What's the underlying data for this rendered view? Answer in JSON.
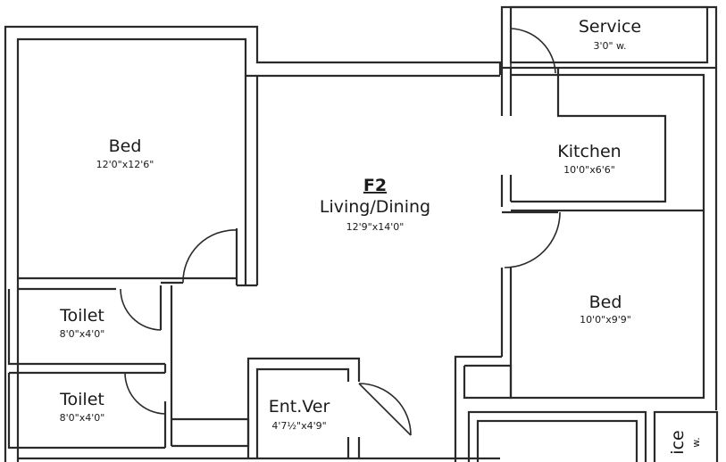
{
  "flat_label": "F2",
  "rooms": {
    "service_top": {
      "name": "Service",
      "dim": "3'0\" w."
    },
    "bed_left": {
      "name": "Bed",
      "dim": "12'0\"x12'6\""
    },
    "living": {
      "name": "Living/Dining",
      "dim": "12'9\"x14'0\""
    },
    "kitchen": {
      "name": "Kitchen",
      "dim": "10'0\"x6'6\""
    },
    "bed_right": {
      "name": "Bed",
      "dim": "10'0\"x9'9\""
    },
    "toilet_1": {
      "name": "Toilet",
      "dim": "8'0\"x4'0\""
    },
    "toilet_2": {
      "name": "Toilet",
      "dim": "8'0\"x4'0\""
    },
    "ent_ver": {
      "name": "Ent.Ver",
      "dim": "4'7½\"x4'9\""
    },
    "service_bottom": {
      "name": "ice",
      "dim": "w."
    }
  }
}
